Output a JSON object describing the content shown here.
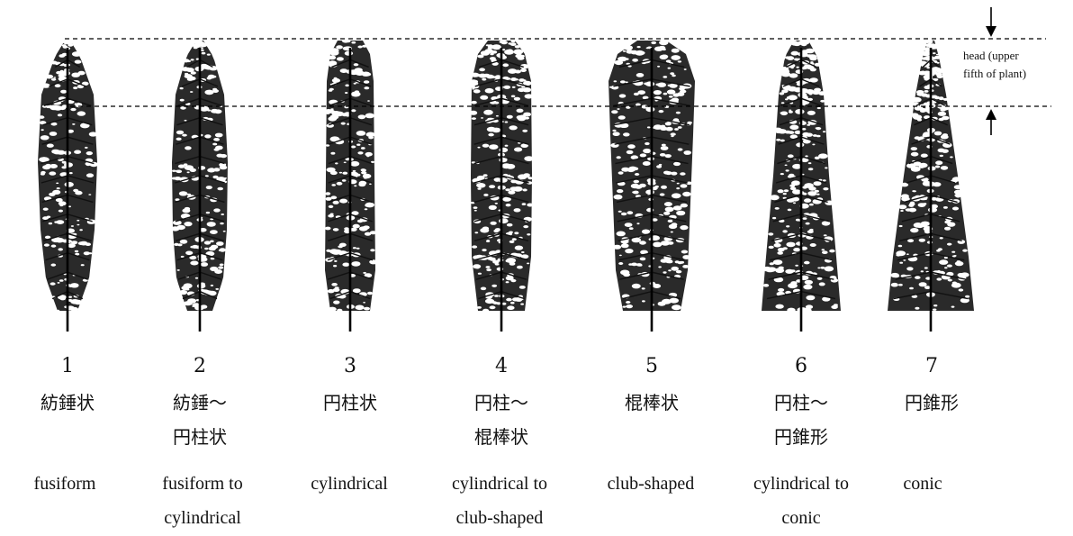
{
  "head_label": {
    "line1": "head (upper",
    "line2": "fifth of plant)"
  },
  "shapes": [
    {
      "number": "1",
      "jp": [
        "紡錘状"
      ],
      "en": [
        "fusiform"
      ],
      "profile": "fusiform"
    },
    {
      "number": "2",
      "jp": [
        "紡錘～",
        "円柱状"
      ],
      "en": [
        "fusiform to",
        "cylindrical"
      ],
      "profile": "fusiform-cylindrical"
    },
    {
      "number": "3",
      "jp": [
        "円柱状"
      ],
      "en": [
        "cylindrical"
      ],
      "profile": "cylindrical"
    },
    {
      "number": "4",
      "jp": [
        "円柱～",
        "棍棒状"
      ],
      "en": [
        "cylindrical to",
        "club-shaped"
      ],
      "profile": "cylindrical-club"
    },
    {
      "number": "5",
      "jp": [
        "棍棒状"
      ],
      "en": [
        "club-shaped"
      ],
      "profile": "club"
    },
    {
      "number": "6",
      "jp": [
        "円柱～",
        "円錐形"
      ],
      "en": [
        "cylindrical to",
        "conic"
      ],
      "profile": "cylindrical-conic"
    },
    {
      "number": "7",
      "jp": [
        "円錐形"
      ],
      "en": [
        "conic"
      ],
      "profile": "conic"
    }
  ]
}
